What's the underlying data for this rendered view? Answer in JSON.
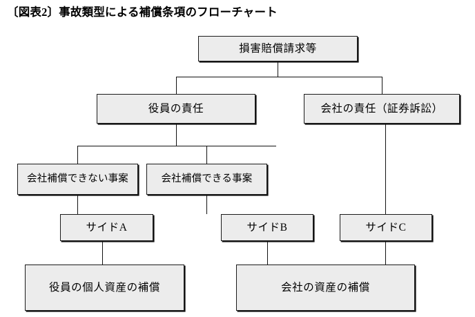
{
  "figure": {
    "title": "〔図表2〕事故類型による補償条項のフローチャート",
    "type": "flowchart",
    "accent_color": "#ececec",
    "line_color": "#111111",
    "border_color": "#1a1a1a"
  },
  "nodes": {
    "root": {
      "label": "損害賠償請求等",
      "level": 1
    },
    "officer_liability": {
      "label": "役員の責任",
      "level": 2
    },
    "company_liability": {
      "label": "会社の責任（証券訴訟）",
      "level": 2
    },
    "not_indemnifiable": {
      "label": "会社補償できない事案",
      "level": 3
    },
    "indemnifiable": {
      "label": "会社補償できる事案",
      "level": 3
    },
    "side_a": {
      "label": "サイドA",
      "level": 4
    },
    "side_b": {
      "label": "サイドB",
      "level": 4
    },
    "side_c": {
      "label": "サイドC",
      "level": 4
    },
    "officer_personal_assets": {
      "label": "役員の個人資産の補償",
      "level": 5
    },
    "company_assets": {
      "label": "会社の資産の補償",
      "level": 5
    }
  },
  "edges": [
    {
      "from": "root",
      "to": "officer_liability"
    },
    {
      "from": "root",
      "to": "company_liability"
    },
    {
      "from": "officer_liability",
      "to": "not_indemnifiable"
    },
    {
      "from": "officer_liability",
      "to": "indemnifiable"
    },
    {
      "from": "not_indemnifiable",
      "to": "side_a"
    },
    {
      "from": "indemnifiable",
      "to": "side_b"
    },
    {
      "from": "company_liability",
      "to": "side_c"
    },
    {
      "from": "side_a",
      "to": "officer_personal_assets"
    },
    {
      "from": "side_b",
      "to": "company_assets"
    },
    {
      "from": "side_c",
      "to": "company_assets"
    }
  ]
}
